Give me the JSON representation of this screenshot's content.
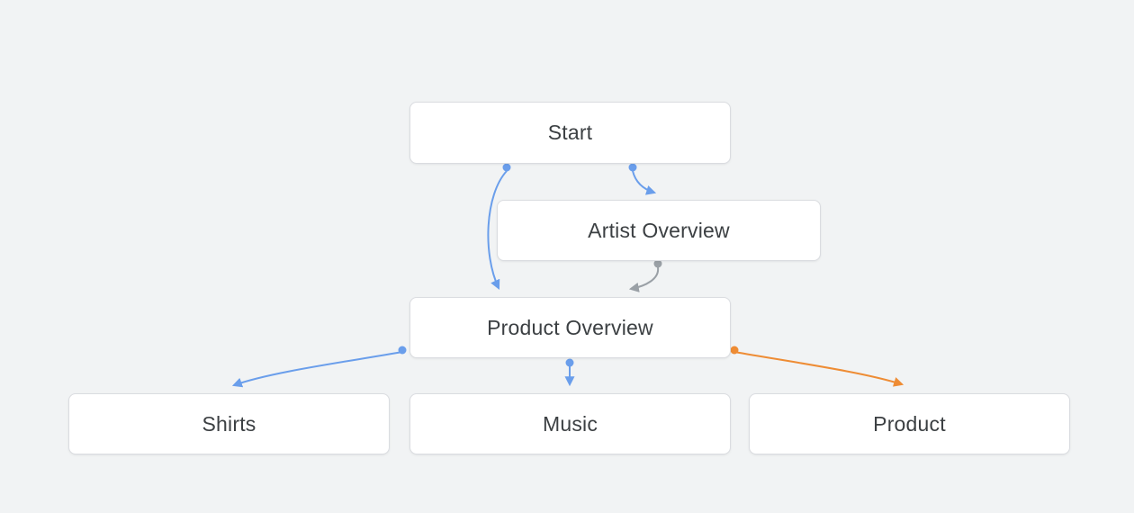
{
  "diagram": {
    "nodes": {
      "start": {
        "label": "Start"
      },
      "artist_overview": {
        "label": "Artist Overview"
      },
      "product_overview": {
        "label": "Product Overview"
      },
      "shirts": {
        "label": "Shirts"
      },
      "music": {
        "label": "Music"
      },
      "product": {
        "label": "Product"
      }
    },
    "edges": [
      {
        "from": "Start",
        "to": "Product Overview",
        "color": "#6a9eeb"
      },
      {
        "from": "Start",
        "to": "Artist Overview",
        "color": "#6a9eeb"
      },
      {
        "from": "Artist Overview",
        "to": "Product Overview",
        "color": "#9aa0a6"
      },
      {
        "from": "Product Overview",
        "to": "Shirts",
        "color": "#6a9eeb"
      },
      {
        "from": "Product Overview",
        "to": "Music",
        "color": "#6a9eeb"
      },
      {
        "from": "Product Overview",
        "to": "Product",
        "color": "#ee8c34"
      }
    ],
    "colors": {
      "background": "#f1f3f4",
      "node_background": "#ffffff",
      "node_border": "#dadce0",
      "node_text": "#3c4043",
      "edge_blue": "#6a9eeb",
      "edge_gray": "#9aa0a6",
      "edge_orange": "#ee8c34"
    }
  }
}
